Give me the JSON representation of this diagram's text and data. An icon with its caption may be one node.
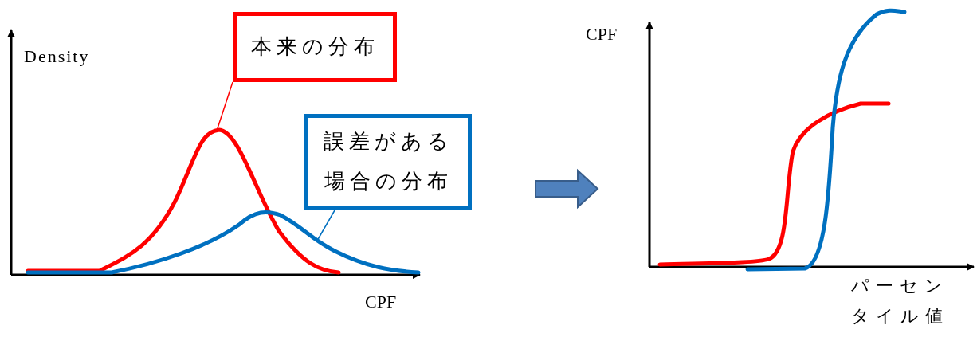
{
  "diagram": {
    "nodes": [
      {
        "text": [
          "本来の分布"
        ]
      },
      {
        "text": [],
        "shape": "curve"
      },
      {
        "text": [
          "誤差がある場合の分布"
        ]
      },
      {
        "text": [],
        "shape": "curve"
      }
    ],
    "edges": [
      {
        "from": 0,
        "to": 1,
        "arrow": "none",
        "color": "#ff0000"
      },
      {
        "from": 2,
        "to": 3,
        "arrow": "none",
        "color": "#0070c0"
      }
    ],
    "labels": [
      "Density",
      "CPF",
      "CPF",
      "パーセンタイル値"
    ]
  }
}
